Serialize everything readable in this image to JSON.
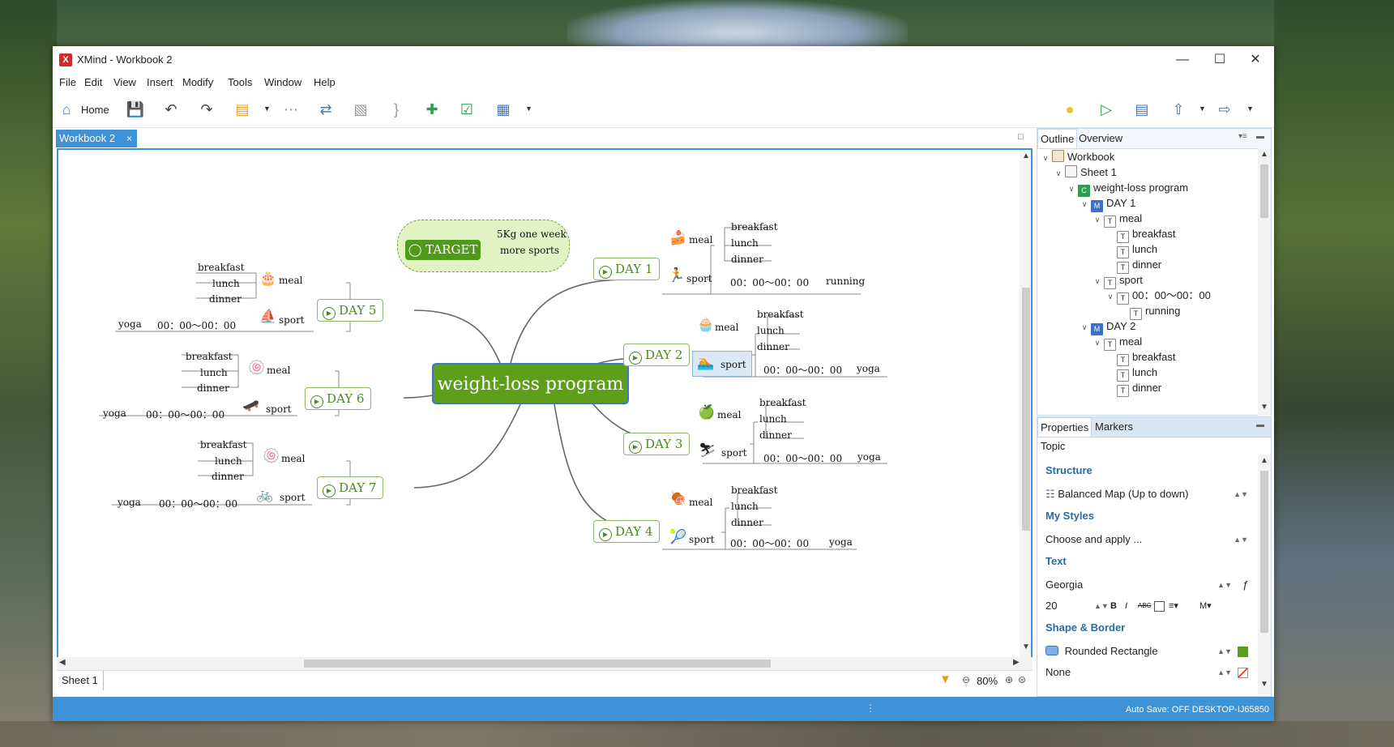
{
  "window": {
    "title": "XMind - Workbook 2",
    "app_icon_letter": "X"
  },
  "menu": [
    "File",
    "Edit",
    "View",
    "Insert",
    "Modify",
    "Tools",
    "Window",
    "Help"
  ],
  "toolbar": {
    "home_label": "Home"
  },
  "editor": {
    "tab_label": "Workbook 2",
    "tab_close": "×"
  },
  "mindmap": {
    "central": "weight-loss program",
    "target": {
      "label": "TARGET",
      "items": [
        "5Kg one week",
        "more sports"
      ]
    },
    "days": [
      {
        "label": "DAY 1",
        "meal": "meal",
        "meals": [
          "breakfast",
          "lunch",
          "dinner"
        ],
        "sport": "sport",
        "time": "00：00～00：00",
        "activity": "running"
      },
      {
        "label": "DAY 2",
        "meal": "meal",
        "meals": [
          "breakfast",
          "lunch",
          "dinner"
        ],
        "sport": "sport",
        "time": "00：00～00：00",
        "activity": "yoga"
      },
      {
        "label": "DAY 3",
        "meal": "meal",
        "meals": [
          "breakfast",
          "lunch",
          "dinner"
        ],
        "sport": "sport",
        "time": "00：00～00：00",
        "activity": "yoga"
      },
      {
        "label": "DAY 4",
        "meal": "meal",
        "meals": [
          "breakfast",
          "lunch",
          "dinner"
        ],
        "sport": "sport",
        "time": "00：00～00：00",
        "activity": "yoga"
      },
      {
        "label": "DAY 5",
        "meal": "meal",
        "meals": [
          "breakfast",
          "lunch",
          "dinner"
        ],
        "sport": "sport",
        "time": "00：00～00：00",
        "activity": "yoga"
      },
      {
        "label": "DAY 6",
        "meal": "meal",
        "meals": [
          "breakfast",
          "lunch",
          "dinner"
        ],
        "sport": "sport",
        "time": "00：00～00：00",
        "activity": "yoga"
      },
      {
        "label": "DAY 7",
        "meal": "meal",
        "meals": [
          "breakfast",
          "lunch",
          "dinner"
        ],
        "sport": "sport",
        "time": "00：00～00：00",
        "activity": "yoga"
      }
    ]
  },
  "sheetbar": {
    "sheet_tab": "Sheet 1",
    "zoom": "80%"
  },
  "status": {
    "text": "Auto Save: OFF  DESKTOP-IJ65850"
  },
  "outline": {
    "tabs": [
      "Outline",
      "Overview"
    ],
    "rows": [
      {
        "label": "Workbook",
        "icon": "workbook"
      },
      {
        "label": "Sheet 1",
        "icon": "sheet"
      },
      {
        "label": "weight-loss program",
        "icon": "central-topic"
      },
      {
        "label": "DAY 1",
        "icon": "main-topic"
      },
      {
        "label": "meal",
        "icon": "topic"
      },
      {
        "label": "breakfast",
        "icon": "topic"
      },
      {
        "label": "lunch",
        "icon": "topic"
      },
      {
        "label": "dinner",
        "icon": "topic"
      },
      {
        "label": "sport",
        "icon": "topic"
      },
      {
        "label": "00：00～00：00",
        "icon": "topic"
      },
      {
        "label": "running",
        "icon": "topic"
      },
      {
        "label": "DAY 2",
        "icon": "main-topic"
      },
      {
        "label": "meal",
        "icon": "topic"
      },
      {
        "label": "breakfast",
        "icon": "topic"
      },
      {
        "label": "lunch",
        "icon": "topic"
      },
      {
        "label": "dinner",
        "icon": "topic"
      }
    ]
  },
  "properties": {
    "tabs": [
      "Properties",
      "Markers"
    ],
    "header": "Topic",
    "structure_title": "Structure",
    "structure_value": "Balanced Map (Up to down)",
    "mystyles_title": "My Styles",
    "mystyles_value": "Choose and apply ...",
    "text_title": "Text",
    "font_value": "Georgia",
    "size_value": "20",
    "bold": "B",
    "italic": "I",
    "strike": "ABC",
    "case": "M",
    "shape_title": "Shape & Border",
    "shape_value": "Rounded Rectangle",
    "border_value": "None",
    "fill_color": "#5d9e1a"
  }
}
